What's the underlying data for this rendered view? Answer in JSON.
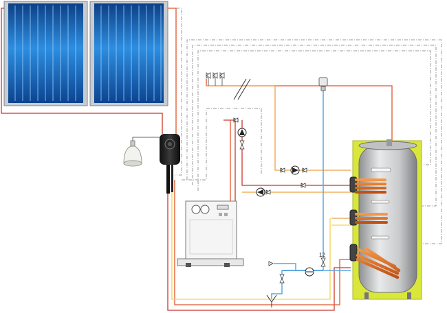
{
  "labels": {
    "flow_meter_number": "12"
  },
  "colors": {
    "solar_hot": "#e0552d",
    "solar_cold": "#c8382a",
    "heating_flow": "#f0a040",
    "heating_return": "#f5d34a",
    "cold_water": "#58a8e0",
    "dhw_return": "#2c8dd6",
    "control_wire": "#999999",
    "tank_jacket": "#d9e63a",
    "coil": "#e06a1c",
    "panel_blue": "#1a72c9",
    "panel_frame": "#9aa3ad"
  },
  "components": [
    "solar-collector-1",
    "solar-collector-2",
    "solar-pump-station",
    "expansion-vessel",
    "boiler",
    "storage-tank",
    "heating-circuit-pump",
    "boiler-circuit-pump",
    "dhw-circulation-pump",
    "thermostatic-mixing-valve",
    "drain-outlet"
  ]
}
